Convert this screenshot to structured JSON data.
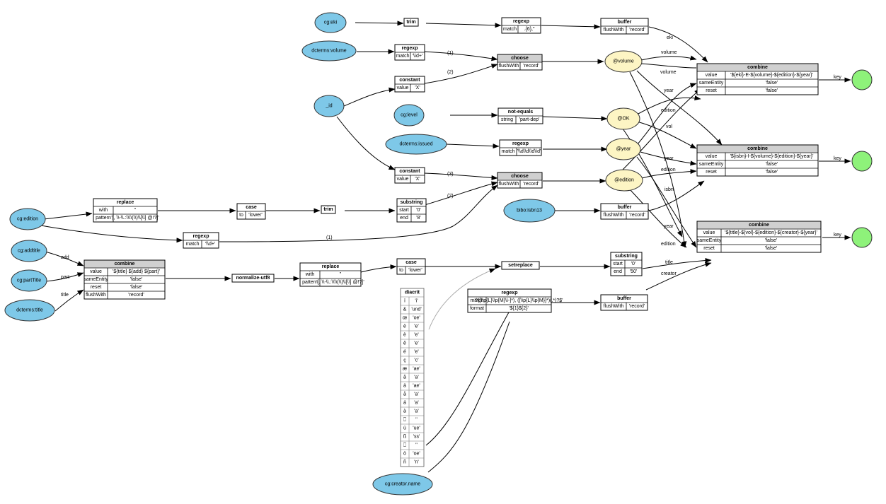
{
  "sources": {
    "eki": "cg:eki",
    "volume": "dcterms:volume",
    "id": "_id",
    "level": "cg:level",
    "issued": "dcterms:issued",
    "isbn13": "bibo:isbn13",
    "edition": "cg:edition",
    "addtitle": "cg:addtitle",
    "parttitle": "cg:partTitle",
    "title": "dcterms:title",
    "creator": "cg:creator.name"
  },
  "variables": {
    "volume": "@volume",
    "ok": "@OK",
    "year": "@year",
    "edition": "@edition"
  },
  "functions": {
    "trim_eki": {
      "title": "trim",
      "rows": []
    },
    "regexp_eki": {
      "title": "regexp",
      "rows": [
        [
          "match",
          ".{6},\""
        ]
      ]
    },
    "buffer_eki": {
      "title": "buffer",
      "rows": [
        [
          "flushWith",
          "'record'"
        ]
      ]
    },
    "regexp_vol": {
      "title": "regexp",
      "rows": [
        [
          "match",
          "'\\\\d+'"
        ]
      ]
    },
    "constant_x1": {
      "title": "constant",
      "rows": [
        [
          "value",
          "'X'"
        ]
      ]
    },
    "choose_vol": {
      "title": "choose",
      "rows": [
        [
          "flushWith",
          "'record'"
        ]
      ]
    },
    "noteq": {
      "title": "not-equals",
      "rows": [
        [
          "string",
          "'part-dep'"
        ]
      ]
    },
    "regexp_year": {
      "title": "regexp",
      "rows": [
        [
          "match",
          "'\\\\d\\\\d\\\\d\\\\d'"
        ]
      ]
    },
    "constant_x2": {
      "title": "constant",
      "rows": [
        [
          "value",
          "'X'"
        ]
      ]
    },
    "choose_ed": {
      "title": "choose",
      "rows": [
        [
          "flushWith",
          "'record'"
        ]
      ]
    },
    "buffer_isbn": {
      "title": "buffer",
      "rows": [
        [
          "flushWith",
          "'record'"
        ]
      ]
    },
    "replace1": {
      "title": "replace",
      "rows": [
        [
          "with",
          "''"
        ],
        [
          "pattern",
          "'[, \\\\-\\\\.:\\\\\\\\(\\\\)\\\\[\\\\] @!?]'"
        ]
      ]
    },
    "case1": {
      "title": "case",
      "rows": [
        [
          "to",
          "'lower'"
        ]
      ]
    },
    "trim2": {
      "title": "trim",
      "rows": []
    },
    "substring1": {
      "title": "substring",
      "rows": [
        [
          "start",
          "'0'"
        ],
        [
          "end",
          "'8'"
        ]
      ]
    },
    "regexp_ed": {
      "title": "regexp",
      "rows": [
        [
          "match",
          "'\\\\d+'"
        ]
      ]
    },
    "combine_title": {
      "title": "combine",
      "rows": [
        [
          "value",
          "'${title} ${add} ${part}'"
        ],
        [
          "sameEntity",
          "'false'"
        ],
        [
          "reset",
          "'false'"
        ],
        [
          "flushWith",
          "'record'"
        ]
      ]
    },
    "normalize": {
      "title": "normalize-utf8",
      "rows": []
    },
    "replace2": {
      "title": "replace",
      "rows": [
        [
          "with",
          "''"
        ],
        [
          "pattern",
          "'[, \\\\-\\\\.:\\\\\\\\(\\\\)\\\\[\\\\] @!?]'"
        ]
      ]
    },
    "case2": {
      "title": "case",
      "rows": [
        [
          "to",
          "'lower'"
        ]
      ]
    },
    "setreplace": {
      "title": "setreplace",
      "rows": []
    },
    "substring2": {
      "title": "substring",
      "rows": [
        [
          "start",
          "'0'"
        ],
        [
          "end",
          "'50'"
        ]
      ]
    },
    "regexp_creator": {
      "title": "regexp",
      "rows": [
        [
          "match",
          "'^([\\\\p{L}\\\\p{M}\\\\-]*), ([\\\\p{L}\\\\p{M}]*)(.*)?$'"
        ],
        [
          "format",
          "'${1}${2}'"
        ]
      ]
    },
    "buffer_creator": {
      "title": "buffer",
      "rows": [
        [
          "flushWith",
          "'record'"
        ]
      ]
    },
    "combine1": {
      "title": "combine",
      "rows": [
        [
          "value",
          "'${eki}-E-${volume}-${edition}-${year}'"
        ],
        [
          "sameEntity",
          "'false'"
        ],
        [
          "reset",
          "'false'"
        ]
      ]
    },
    "combine2": {
      "title": "combine",
      "rows": [
        [
          "value",
          "'${isbn}-I-${volume}-${edition}-${year}'"
        ],
        [
          "sameEntity",
          "'false'"
        ],
        [
          "reset",
          "'false'"
        ]
      ]
    },
    "combine3": {
      "title": "combine",
      "rows": [
        [
          "value",
          "'${title}-${vol}-${edition}-${creator}-${year}'"
        ],
        [
          "sameEntity",
          "'false'"
        ],
        [
          "reset",
          "'false'"
        ]
      ]
    }
  },
  "diacrit": {
    "title": "diacrit",
    "rows": [
      [
        "ï",
        "'i'"
      ],
      [
        "&",
        "'und'"
      ],
      [
        "œ",
        "'oe'"
      ],
      [
        "ë",
        "'e'"
      ],
      [
        "è",
        "'e'"
      ],
      [
        "ê",
        "'e'"
      ],
      [
        "é",
        "'e'"
      ],
      [
        "ç",
        "'c'"
      ],
      [
        "æ",
        "'ae'"
      ],
      [
        "â",
        "'a'"
      ],
      [
        "ä",
        "'ae'"
      ],
      [
        "å",
        "'a'"
      ],
      [
        "á",
        "'a'"
      ],
      [
        "à",
        "'a'"
      ],
      [
        "⎕",
        "''"
      ],
      [
        "ü",
        "'ue'"
      ],
      [
        "ß",
        "'ss'"
      ],
      [
        "⎕",
        "''"
      ],
      [
        "ö",
        "'oe'"
      ],
      [
        "ñ",
        "'n'"
      ]
    ]
  },
  "edge_labels": {
    "eki": "eki",
    "volume1": "volume",
    "volume2": "volume",
    "year1": "year",
    "edition1": "edition",
    "vol": "vol",
    "year2": "year",
    "edition2": "edition",
    "isbn": "isbn",
    "year3": "year",
    "edition3": "edition",
    "title": "title",
    "creator": "creator",
    "key1": "key",
    "key2": "key",
    "key3": "key",
    "add": "add",
    "part": "part",
    "title_in": "title",
    "one_a": "(1)",
    "two_a": "(2)",
    "three": "(3)",
    "two_b": "(2)",
    "one_b": "(1)"
  },
  "colors": {
    "source": "#7ec8e8",
    "variable": "#fdf5c4",
    "sink": "#8ef27a",
    "header": "#d0d0d0"
  }
}
